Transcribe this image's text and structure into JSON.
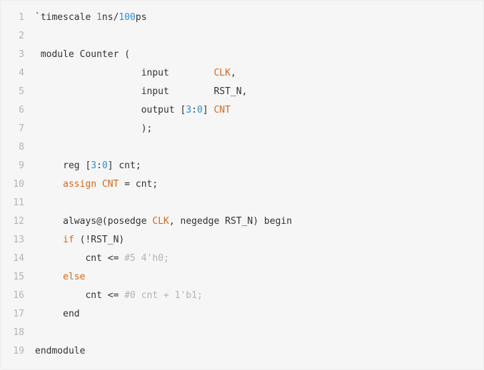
{
  "editor": {
    "colors": {
      "background": "#f6f6f6",
      "line_number": "#b4b4b4",
      "plain": "#333333",
      "number": "#2a8fd6",
      "identifier_orange": "#d2691e",
      "comment": "#b3b3b3"
    },
    "lines": [
      {
        "num": "1",
        "tokens": [
          {
            "t": "`timescale ",
            "c": "plain"
          },
          {
            "t": "1",
            "c": "number"
          },
          {
            "t": "ns/",
            "c": "plain"
          },
          {
            "t": "100",
            "c": "number"
          },
          {
            "t": "ps",
            "c": "plain"
          }
        ]
      },
      {
        "num": "2",
        "tokens": []
      },
      {
        "num": "3",
        "tokens": [
          {
            "t": " module Counter (",
            "c": "plain"
          }
        ]
      },
      {
        "num": "4",
        "tokens": [
          {
            "t": "                   input        ",
            "c": "plain"
          },
          {
            "t": "CLK",
            "c": "orange"
          },
          {
            "t": ",",
            "c": "plain"
          }
        ]
      },
      {
        "num": "5",
        "tokens": [
          {
            "t": "                   input        RST_N,",
            "c": "plain"
          }
        ]
      },
      {
        "num": "6",
        "tokens": [
          {
            "t": "                   output [",
            "c": "plain"
          },
          {
            "t": "3",
            "c": "number"
          },
          {
            "t": ":",
            "c": "plain"
          },
          {
            "t": "0",
            "c": "number"
          },
          {
            "t": "] ",
            "c": "plain"
          },
          {
            "t": "CNT",
            "c": "orange"
          }
        ]
      },
      {
        "num": "7",
        "tokens": [
          {
            "t": "                   );",
            "c": "plain"
          }
        ]
      },
      {
        "num": "8",
        "tokens": []
      },
      {
        "num": "9",
        "tokens": [
          {
            "t": "     reg [",
            "c": "plain"
          },
          {
            "t": "3",
            "c": "number"
          },
          {
            "t": ":",
            "c": "plain"
          },
          {
            "t": "0",
            "c": "number"
          },
          {
            "t": "] cnt;",
            "c": "plain"
          }
        ]
      },
      {
        "num": "10",
        "tokens": [
          {
            "t": "     ",
            "c": "plain"
          },
          {
            "t": "assign",
            "c": "orange"
          },
          {
            "t": " ",
            "c": "plain"
          },
          {
            "t": "CNT",
            "c": "orange"
          },
          {
            "t": " = cnt;",
            "c": "plain"
          }
        ]
      },
      {
        "num": "11",
        "tokens": []
      },
      {
        "num": "12",
        "tokens": [
          {
            "t": "     always@(posedge ",
            "c": "plain"
          },
          {
            "t": "CLK",
            "c": "orange"
          },
          {
            "t": ", negedge RST_N) begin",
            "c": "plain"
          }
        ]
      },
      {
        "num": "13",
        "tokens": [
          {
            "t": "     ",
            "c": "plain"
          },
          {
            "t": "if",
            "c": "orange"
          },
          {
            "t": " (!RST_N)",
            "c": "plain"
          }
        ]
      },
      {
        "num": "14",
        "tokens": [
          {
            "t": "         cnt <= ",
            "c": "plain"
          },
          {
            "t": "#5 4'h0;",
            "c": "comment"
          }
        ]
      },
      {
        "num": "15",
        "tokens": [
          {
            "t": "     ",
            "c": "plain"
          },
          {
            "t": "else",
            "c": "orange"
          }
        ]
      },
      {
        "num": "16",
        "tokens": [
          {
            "t": "         cnt <= ",
            "c": "plain"
          },
          {
            "t": "#0 cnt + 1'b1;",
            "c": "comment"
          }
        ]
      },
      {
        "num": "17",
        "tokens": [
          {
            "t": "     end",
            "c": "plain"
          }
        ]
      },
      {
        "num": "18",
        "tokens": []
      },
      {
        "num": "19",
        "tokens": [
          {
            "t": "endmodule",
            "c": "plain"
          }
        ]
      }
    ]
  }
}
